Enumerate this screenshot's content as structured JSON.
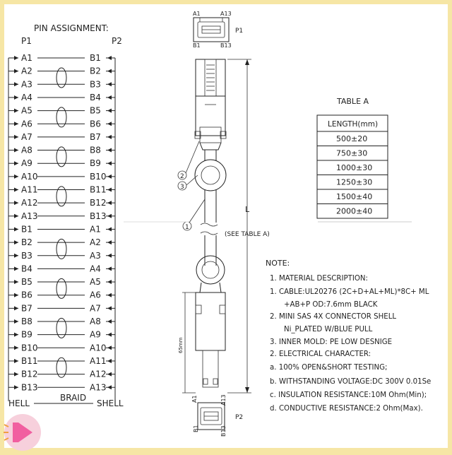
{
  "pin_assignment": {
    "title": "PIN ASSIGNMENT:",
    "p1_header": "P1",
    "p2_header": "P2",
    "rows": [
      {
        "left": "A1",
        "right": "B1"
      },
      {
        "left": "A2",
        "right": "B2"
      },
      {
        "left": "A3",
        "right": "B3"
      },
      {
        "left": "A4",
        "right": "B4"
      },
      {
        "left": "A5",
        "right": "B5"
      },
      {
        "left": "A6",
        "right": "B6"
      },
      {
        "left": "A7",
        "right": "B7"
      },
      {
        "left": "A8",
        "right": "B8"
      },
      {
        "left": "A9",
        "right": "B9"
      },
      {
        "left": "A10",
        "right": "B10"
      },
      {
        "left": "A11",
        "right": "B11"
      },
      {
        "left": "A12",
        "right": "B12"
      },
      {
        "left": "A13",
        "right": "B13"
      },
      {
        "left": "B1",
        "right": "A1"
      },
      {
        "left": "B2",
        "right": "A2"
      },
      {
        "left": "B3",
        "right": "A3"
      },
      {
        "left": "B4",
        "right": "A4"
      },
      {
        "left": "B5",
        "right": "A5"
      },
      {
        "left": "B6",
        "right": "A6"
      },
      {
        "left": "B7",
        "right": "A7"
      },
      {
        "left": "B8",
        "right": "A8"
      },
      {
        "left": "B9",
        "right": "A9"
      },
      {
        "left": "B10",
        "right": "A10"
      },
      {
        "left": "B11",
        "right": "A11"
      },
      {
        "left": "B12",
        "right": "A12"
      },
      {
        "left": "B13",
        "right": "A13"
      }
    ],
    "twisted_pairs": [
      1,
      4,
      7,
      10,
      14,
      17,
      20,
      23
    ],
    "shell_left": "HELL",
    "braid_label": "BRAID",
    "shell_right": "SHELL"
  },
  "connector_top": {
    "pin_a": "A1",
    "pin_b": "A13",
    "pin_c": "B1",
    "pin_d": "B13",
    "label": "P1"
  },
  "connector_bottom": {
    "pin_a": "A1",
    "pin_b": "A13",
    "pin_c": "B1",
    "pin_d": "B13",
    "label": "P2"
  },
  "callouts": [
    "2",
    "3",
    "1"
  ],
  "dimensions": {
    "length_label": "L",
    "see_table": "(SEE TABLE A)",
    "mold_length": "65mm"
  },
  "table_a": {
    "title": "TABLE A",
    "header": "LENGTH(mm)",
    "rows": [
      "500±20",
      "750±30",
      "1000±30",
      "1250±30",
      "1500±40",
      "2000±40"
    ]
  },
  "notes": {
    "title": "NOTE:",
    "lines": [
      "1. MATERIAL DESCRIPTION:",
      "1. CABLE:UL20276 (2C+D+AL+ML)*8C+ ML",
      "+AB+P OD:7.6mm BLACK",
      "2. MINI SAS 4X CONNECTOR SHELL",
      "Ni_PLATED W/BLUE PULL",
      "3. INNER MOLD: PE LOW DESNIGE",
      "2. ELECTRICAL CHARACTER:",
      "a. 100% OPEN&SHORT TESTING;",
      "b. WITHSTANDING VOLTAGE:DC 300V 0.01Se",
      "c. INSULATION RESISTANCE:10M Ohm(Min);",
      "d. CONDUCTIVE RESISTANCE:2 Ohm(Max)."
    ]
  },
  "colors": {
    "background": "#f6e6a5",
    "ink": "#222222",
    "badge": "#f15fa0"
  }
}
